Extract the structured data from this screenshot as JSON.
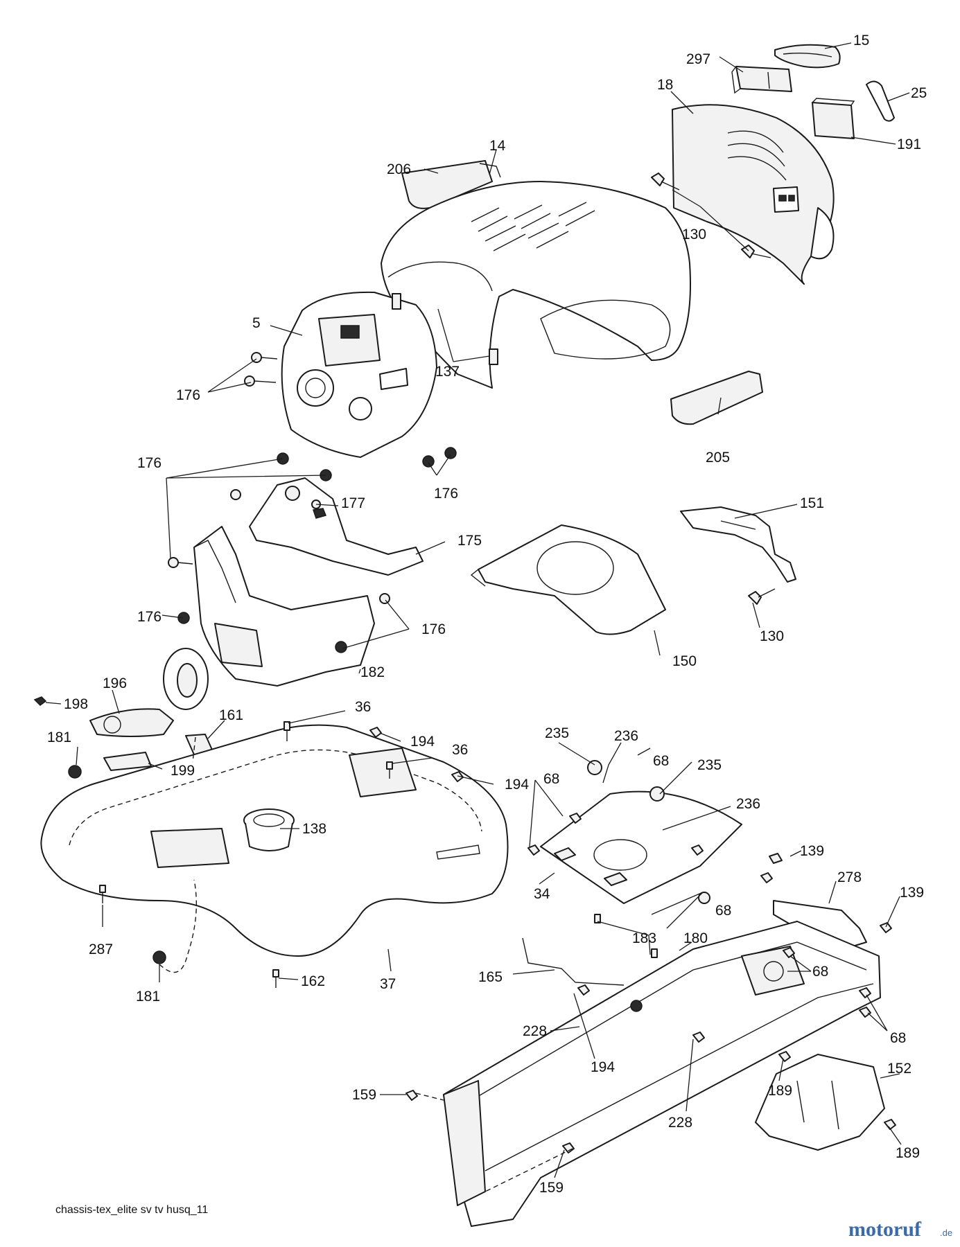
{
  "diagram": {
    "caption": "chassis-tex_elite sv tv husq_11",
    "watermark": "motoruf",
    "watermark_suffix": ".de",
    "labels": [
      {
        "id": "l-15",
        "text": "15"
      },
      {
        "id": "l-297",
        "text": "297"
      },
      {
        "id": "l-18",
        "text": "18"
      },
      {
        "id": "l-25",
        "text": "25"
      },
      {
        "id": "l-191",
        "text": "191"
      },
      {
        "id": "l-14",
        "text": "14"
      },
      {
        "id": "l-206",
        "text": "206"
      },
      {
        "id": "l-130a",
        "text": "130"
      },
      {
        "id": "l-5",
        "text": "5"
      },
      {
        "id": "l-137",
        "text": "137"
      },
      {
        "id": "l-176a",
        "text": "176"
      },
      {
        "id": "l-205",
        "text": "205"
      },
      {
        "id": "l-176b",
        "text": "176"
      },
      {
        "id": "l-176c",
        "text": "176"
      },
      {
        "id": "l-177",
        "text": "177"
      },
      {
        "id": "l-151",
        "text": "151"
      },
      {
        "id": "l-175",
        "text": "175"
      },
      {
        "id": "l-176d",
        "text": "176"
      },
      {
        "id": "l-176e",
        "text": "176"
      },
      {
        "id": "l-130b",
        "text": "130"
      },
      {
        "id": "l-150",
        "text": "150"
      },
      {
        "id": "l-182",
        "text": "182"
      },
      {
        "id": "l-196",
        "text": "196"
      },
      {
        "id": "l-198",
        "text": "198"
      },
      {
        "id": "l-36a",
        "text": "36"
      },
      {
        "id": "l-161",
        "text": "161"
      },
      {
        "id": "l-181a",
        "text": "181"
      },
      {
        "id": "l-194a",
        "text": "194"
      },
      {
        "id": "l-36b",
        "text": "36"
      },
      {
        "id": "l-199",
        "text": "199"
      },
      {
        "id": "l-194b",
        "text": "194"
      },
      {
        "id": "l-235a",
        "text": "235"
      },
      {
        "id": "l-236a",
        "text": "236"
      },
      {
        "id": "l-68a",
        "text": "68"
      },
      {
        "id": "l-68b",
        "text": "68"
      },
      {
        "id": "l-235b",
        "text": "235"
      },
      {
        "id": "l-236b",
        "text": "236"
      },
      {
        "id": "l-138",
        "text": "138"
      },
      {
        "id": "l-139a",
        "text": "139"
      },
      {
        "id": "l-34",
        "text": "34"
      },
      {
        "id": "l-278",
        "text": "278"
      },
      {
        "id": "l-139b",
        "text": "139"
      },
      {
        "id": "l-68c",
        "text": "68"
      },
      {
        "id": "l-287",
        "text": "287"
      },
      {
        "id": "l-183",
        "text": "183"
      },
      {
        "id": "l-180",
        "text": "180"
      },
      {
        "id": "l-68d",
        "text": "68"
      },
      {
        "id": "l-165",
        "text": "165"
      },
      {
        "id": "l-162",
        "text": "162"
      },
      {
        "id": "l-37",
        "text": "37"
      },
      {
        "id": "l-181b",
        "text": "181"
      },
      {
        "id": "l-228a",
        "text": "228"
      },
      {
        "id": "l-68e",
        "text": "68"
      },
      {
        "id": "l-194c",
        "text": "194"
      },
      {
        "id": "l-152",
        "text": "152"
      },
      {
        "id": "l-159a",
        "text": "159"
      },
      {
        "id": "l-189a",
        "text": "189"
      },
      {
        "id": "l-228b",
        "text": "228"
      },
      {
        "id": "l-189b",
        "text": "189"
      },
      {
        "id": "l-159b",
        "text": "159"
      }
    ]
  }
}
